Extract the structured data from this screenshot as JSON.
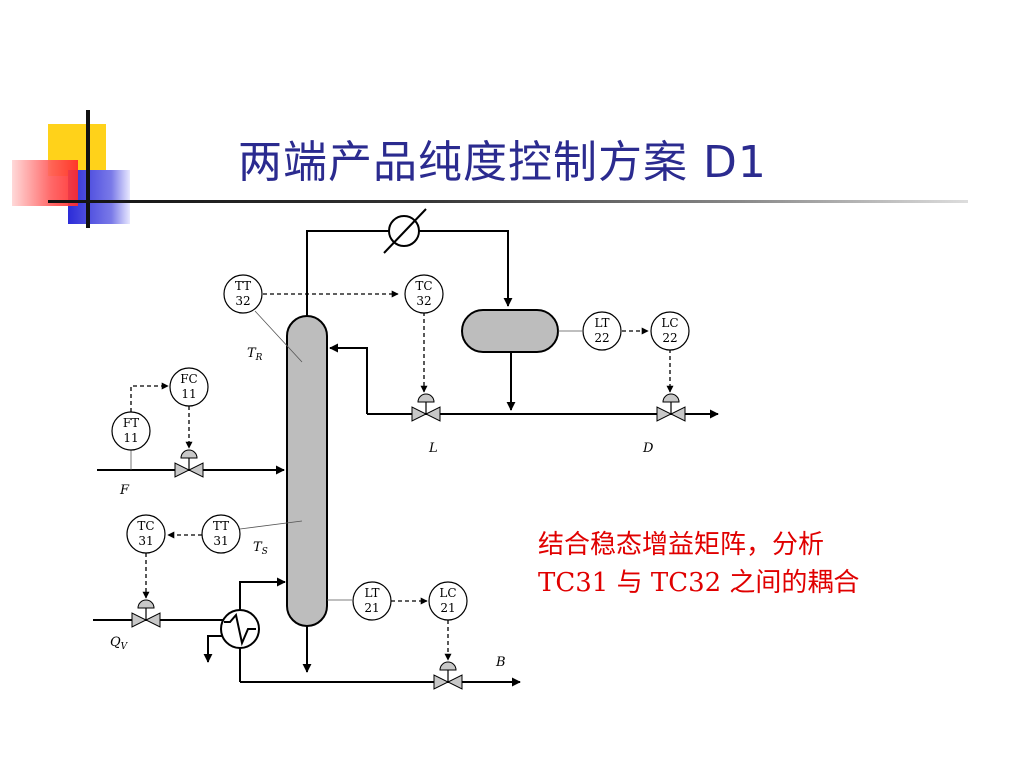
{
  "slide": {
    "title": "两端产品纯度控制方案 D1",
    "note_line1": "结合稳态增益矩阵，分析",
    "note_line2": "TC31 与 TC32 之间的耦合"
  },
  "instruments": {
    "tt32": {
      "l1": "TT",
      "l2": "32"
    },
    "tc32": {
      "l1": "TC",
      "l2": "32"
    },
    "lt22": {
      "l1": "LT",
      "l2": "22"
    },
    "lc22": {
      "l1": "LC",
      "l2": "22"
    },
    "fc11": {
      "l1": "FC",
      "l2": "11"
    },
    "ft11": {
      "l1": "FT",
      "l2": "11"
    },
    "tc31": {
      "l1": "TC",
      "l2": "31"
    },
    "tt31": {
      "l1": "TT",
      "l2": "31"
    },
    "lt21": {
      "l1": "LT",
      "l2": "21"
    },
    "lc21": {
      "l1": "LC",
      "l2": "21"
    }
  },
  "streams": {
    "tr": {
      "main": "T",
      "sub": "R"
    },
    "ts": {
      "main": "T",
      "sub": "S"
    },
    "qv": {
      "main": "Q",
      "sub": "V"
    },
    "l": "L",
    "d": "D",
    "f": "F",
    "b": "B"
  },
  "colors": {
    "title": "#2b2b8f",
    "note": "#e00000",
    "vessel_fill": "#bdbdbd",
    "valve_fill": "#c8c8c8"
  }
}
